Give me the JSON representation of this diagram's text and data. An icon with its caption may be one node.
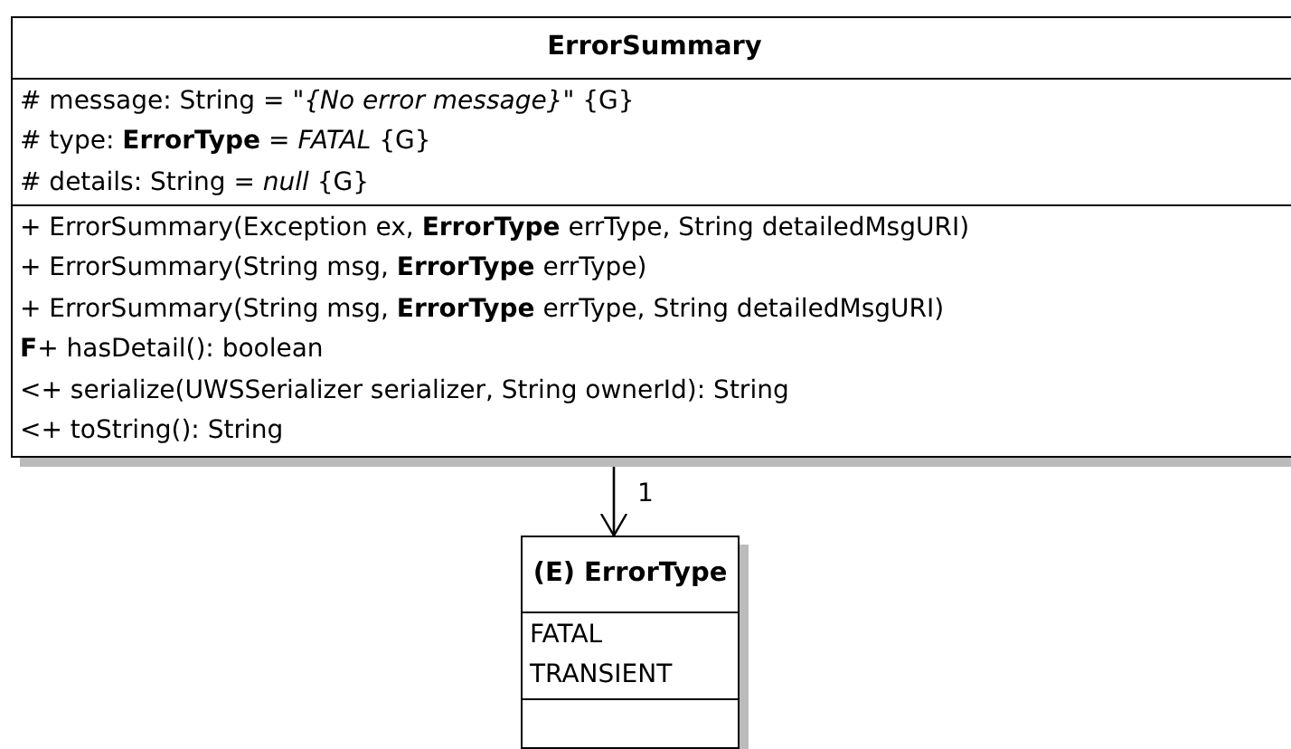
{
  "diagram": {
    "nodes": [
      {
        "text": [
          "ErrorSummary",
          "# message: String = *\"{No error message}\"* {G}",
          "# type: **ErrorType** = *FATAL* {G}",
          "# details: String = *null* {G}",
          "+ ErrorSummary(Exception ex, **ErrorType** errType, String detailedMsgURI)",
          "+ ErrorSummary(String msg, **ErrorType** errType)",
          "+ ErrorSummary(String msg, **ErrorType** errType, String detailedMsgURI)",
          "**F**+ hasDetail(): boolean",
          "<+ serialize(UWSSerializer serializer, String ownerId): String",
          "<+ toString(): String"
        ]
      },
      {
        "text": [
          "(E) ErrorType",
          "FATAL",
          "TRANSIENT"
        ]
      }
    ],
    "edges": [
      {
        "from": 0,
        "to": 1,
        "arrow": "to",
        "label": "1"
      }
    ]
  }
}
